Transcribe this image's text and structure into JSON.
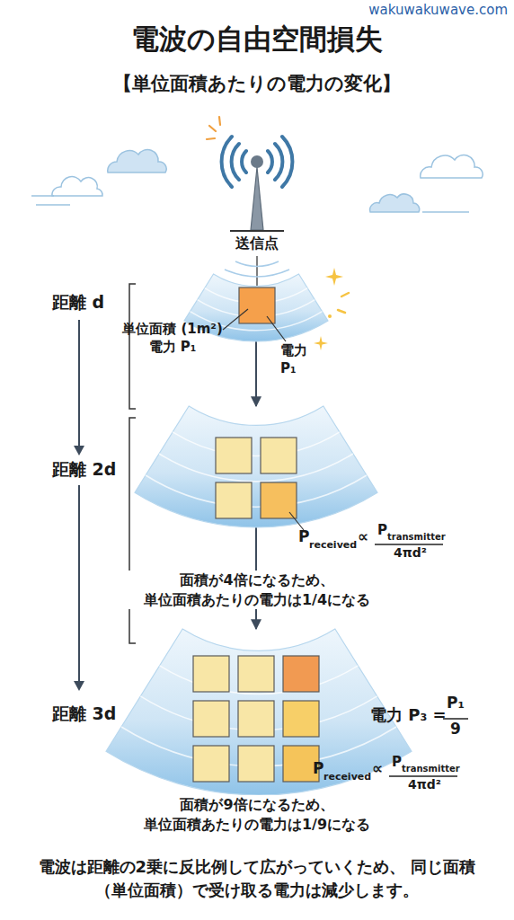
{
  "diagram": {
    "title": "電波の自由空間損失",
    "caption": "電波は距離の2乗に反比例して広がっていくため、 同じ面積（単位面積）で受け取る電力は減少します。",
    "nodes": [
      {
        "text": [
          "単位面積 (1m²) 電力 P₁",
          "電力 P₁"
        ]
      },
      {
        "text": [
          "面積が4倍になるため、 単位面積あたりの電力は1/4になる"
        ]
      },
      {
        "text": [
          "面積が9倍になるため、 単位面積あたりの電力は1/9になる"
        ]
      }
    ],
    "edges": [
      {
        "from": 0,
        "to": 1,
        "arrow": "to"
      },
      {
        "from": 1,
        "to": 2,
        "arrow": "to"
      }
    ],
    "labels": [
      "wakuwakuwave.com",
      "【単位面積あたりの電力の変化】",
      "送信点",
      "距離 d",
      "距離 2d",
      "P",
      "received",
      "∝",
      "P",
      "transmitter",
      "4πd²",
      "距離 3d",
      "電力 P₃ =",
      "P₁",
      "9",
      "P",
      "received",
      "∝",
      "P",
      "transmitter",
      "4πd²"
    ]
  }
}
